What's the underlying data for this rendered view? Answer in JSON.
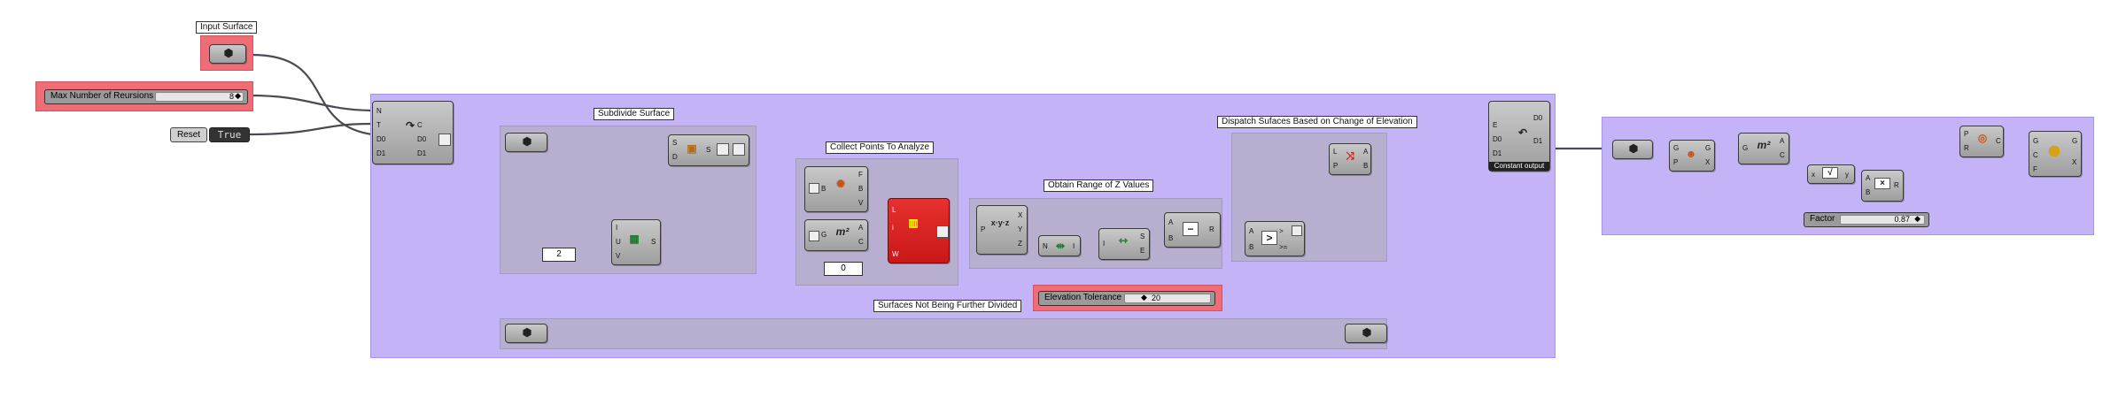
{
  "groups": {
    "input_surface": "Input Surface",
    "subdivide_surface": "Subdivide Surface",
    "collect_points": "Collect Points To Analyze",
    "z_range": "Obtain Range of Z Values",
    "dispatch": "Dispatch Sufaces Based on Change of Elevation",
    "not_divided": "Surfaces Not Being Further Divided"
  },
  "sliders": {
    "max_recursions_label": "Max Number of Reursions",
    "max_recursions_value": "8",
    "elevation_label": "Elevation Tolerance",
    "elevation_value": "20",
    "factor_label": "Factor",
    "factor_value": "0.87"
  },
  "toggle": {
    "button": "Reset",
    "value": "True"
  },
  "panels": {
    "divisions": "2",
    "zero": "0"
  },
  "loop_start": {
    "inputs": [
      "N",
      "T",
      "D0",
      "D1"
    ],
    "outputs": [
      "C",
      "D0",
      "D1"
    ]
  },
  "loop_end": {
    "inputs": [
      "E",
      "D0",
      "D1"
    ],
    "outputs": [
      "D0",
      "D1"
    ],
    "status": "Constant output"
  },
  "divide": {
    "inputs": [
      "I",
      "U",
      "V"
    ],
    "output": "S"
  },
  "subsrf": {
    "inputs": [
      "S",
      "D"
    ],
    "output": "S"
  },
  "eval": {
    "input": "B",
    "outputs": [
      "F",
      "B",
      "V"
    ]
  },
  "area": {
    "input": "G",
    "outputs": [
      "A",
      "C"
    ]
  },
  "list": {
    "inputs": [
      "L",
      "i",
      "W"
    ]
  },
  "deconstruct": {
    "input": "P",
    "outputs": [
      "X",
      "Y",
      "Z"
    ]
  },
  "bounds": {
    "input": "N",
    "output": "I"
  },
  "domain": {
    "input": "I",
    "outputs": [
      "S",
      "E"
    ]
  },
  "subtract": {
    "inputs": [
      "A",
      "B"
    ],
    "output": "R"
  },
  "larger": {
    "inputs": [
      "A",
      "B"
    ],
    "outputs": [
      ">",
      ">="
    ]
  },
  "dispatch_comp": {
    "inputs": [
      "L",
      "P"
    ],
    "outputs": [
      "A",
      "B"
    ]
  },
  "right": {
    "centroid": {
      "inputs": [
        "G",
        "P"
      ],
      "outputs": [
        "G",
        "X"
      ]
    },
    "area": {
      "input": "G",
      "outputs": [
        "A",
        "C"
      ]
    },
    "sqrt": {
      "inputs": [
        "x"
      ],
      "output": "y"
    },
    "mult": {
      "inputs": [
        "A",
        "B"
      ],
      "output": "R"
    },
    "circle": {
      "inputs": [
        "P",
        "R"
      ],
      "output": "C"
    },
    "scale": {
      "inputs": [
        "G",
        "C",
        "F"
      ],
      "outputs": [
        "G",
        "X"
      ]
    }
  },
  "colors": {
    "group_bg": "#c4b3f7",
    "inner_group": "#b7aed0",
    "red_param": "#ee6e78",
    "active_wire": "#ef5a36",
    "wire": "#4a4a55"
  }
}
